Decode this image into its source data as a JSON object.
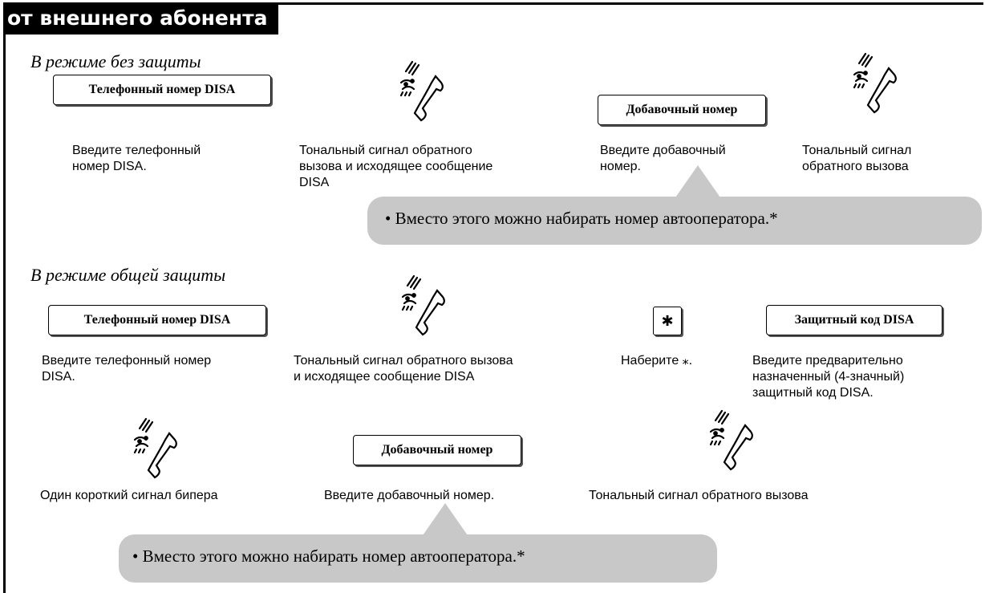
{
  "header": {
    "title": "от внешнего абонента"
  },
  "mode1": {
    "title": "В режиме без защиты",
    "dial_disa_key": "Телефонный номер DISA",
    "dial_disa_desc": [
      "Введите телефонный",
      "номер DISA."
    ],
    "ringback1_desc": [
      "Тональный сигнал обратного",
      "вызова и исходящее сообщение",
      "DISA"
    ],
    "ext_key": "Добавочный номер",
    "ext_desc": [
      "Введите добавочный",
      "номер."
    ],
    "ringback2_desc": [
      "Тональный сигнал",
      "обратного вызова"
    ],
    "callout": "• Вместо этого можно набирать номер автооператора.*"
  },
  "mode2": {
    "title": "В режиме общей защиты",
    "dial_disa_key": "Телефонный номер DISA",
    "dial_disa_desc": [
      "Введите телефонный номер",
      "DISA."
    ],
    "ringback1_desc": [
      "Тональный сигнал обратного вызова",
      "и исходящее сообщение DISA"
    ],
    "star_key": "✱",
    "star_desc": [
      "Наберите ⁎."
    ],
    "code_key": "Защитный код DISA",
    "code_desc": [
      "Введите предварительно",
      "назначенный (4-значный)",
      "защитный код DISA."
    ],
    "beep_desc": [
      "Один короткий сигнал бипера"
    ],
    "ext_key": "Добавочный номер",
    "ext_desc": [
      "Введите добавочный номер."
    ],
    "ringback2_desc": [
      "Тональный сигнал обратного вызова"
    ],
    "callout": "• Вместо этого можно набирать номер автооператора.*"
  }
}
